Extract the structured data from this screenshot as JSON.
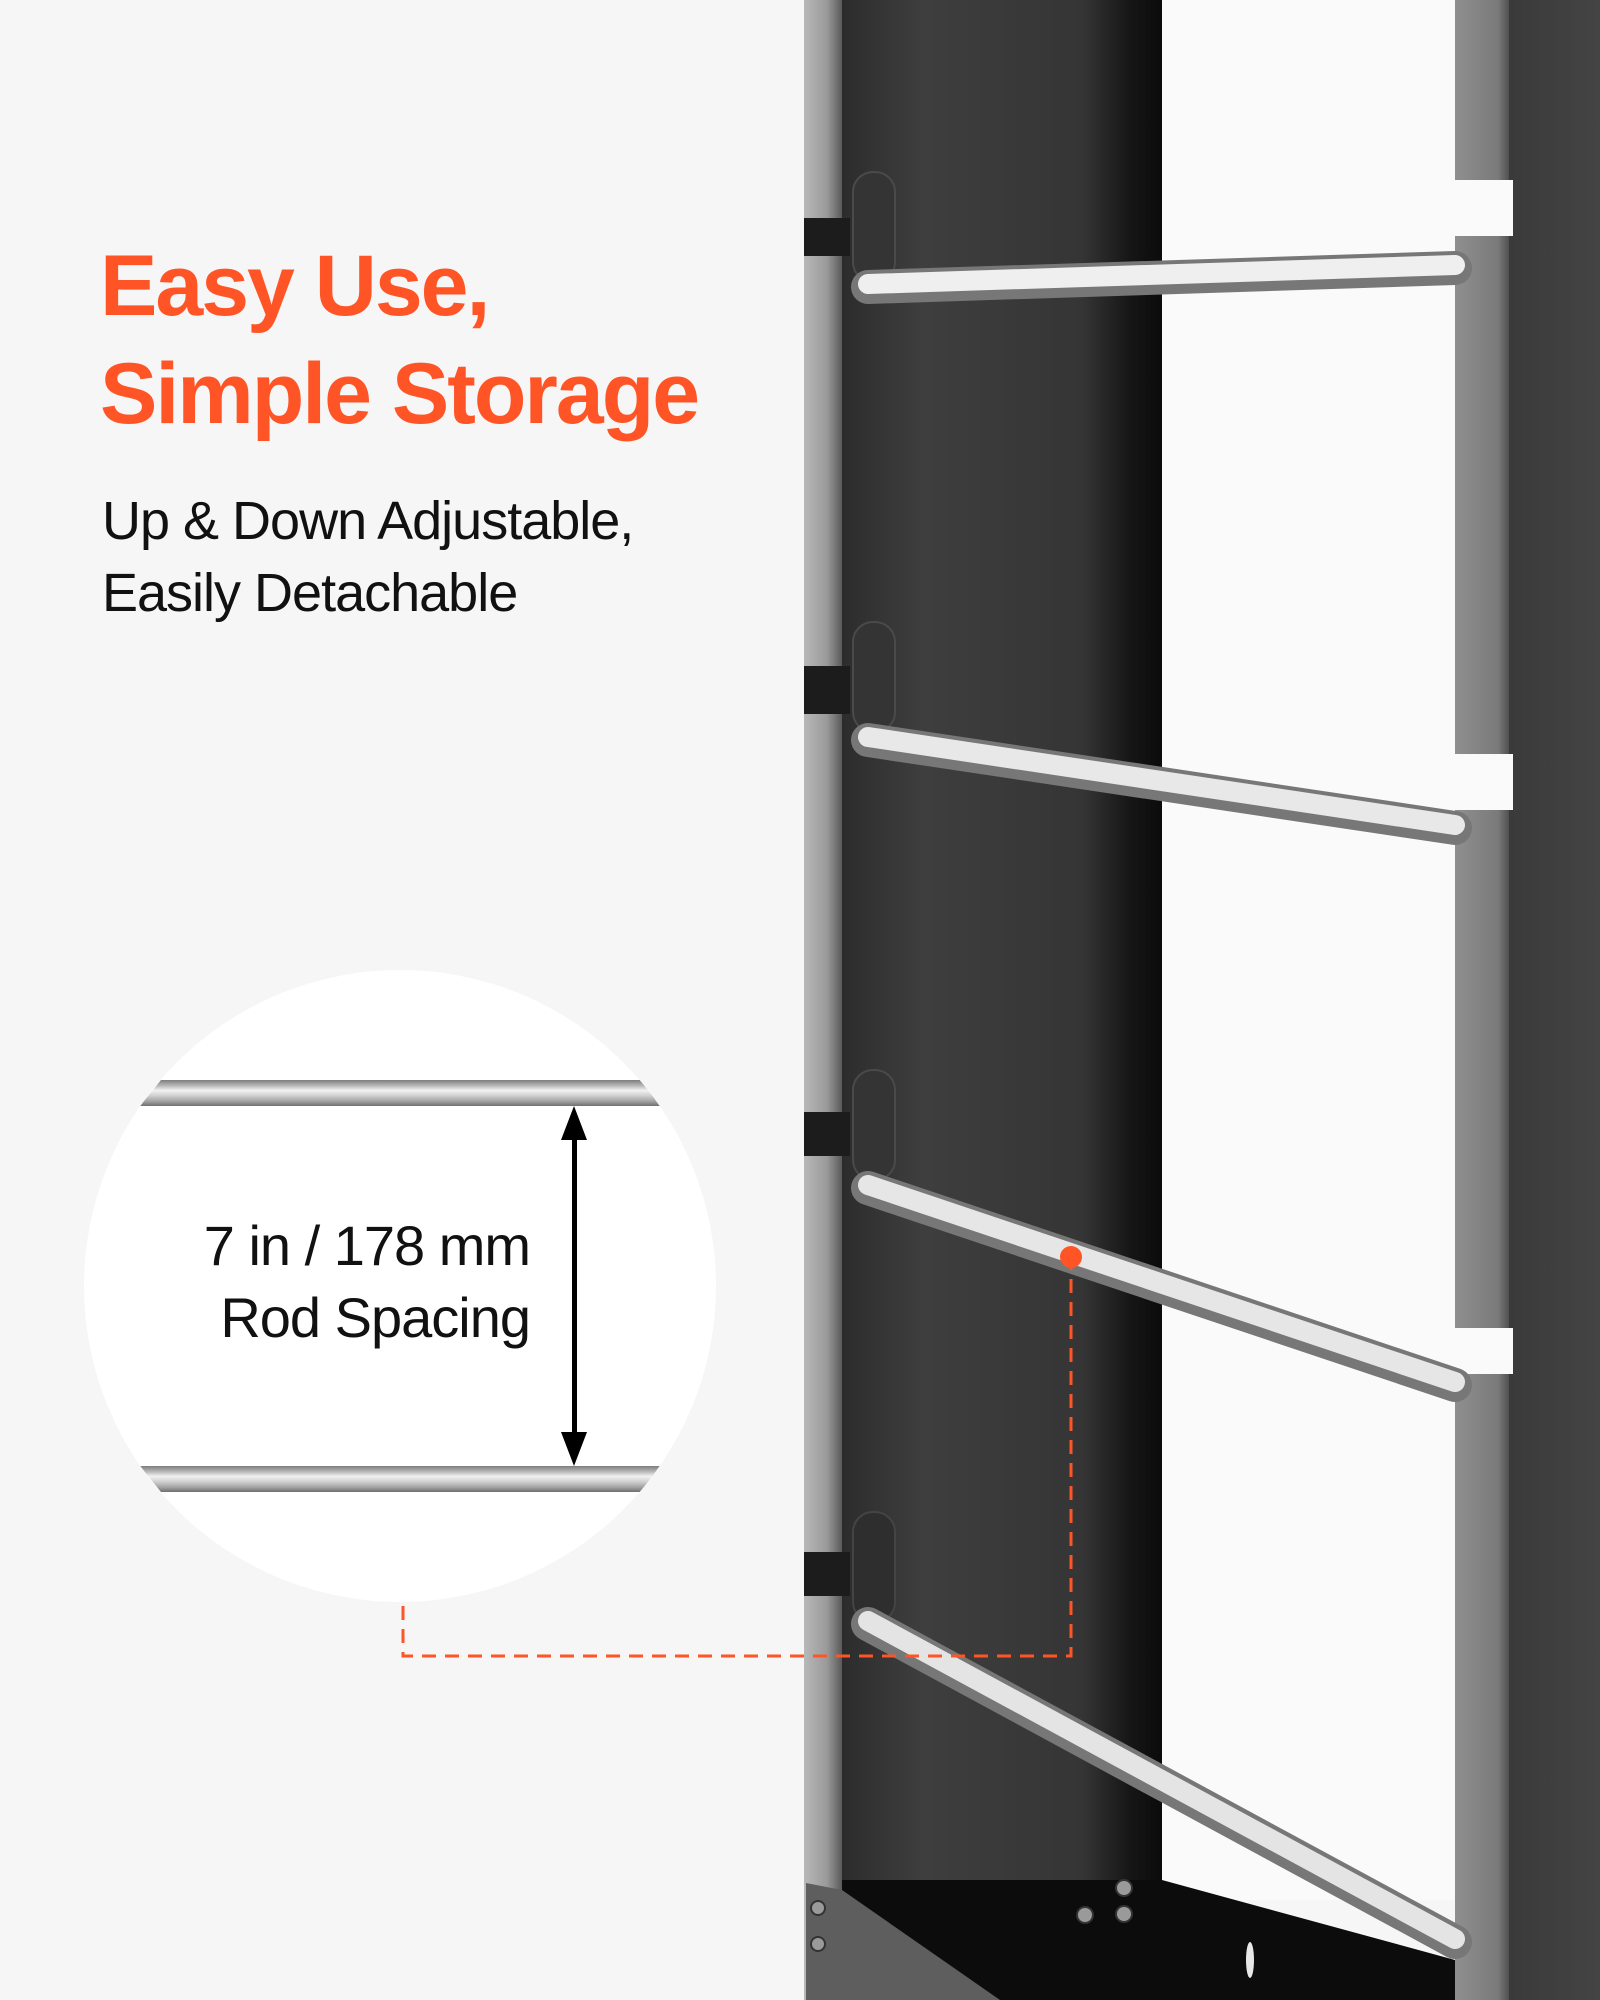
{
  "headline": {
    "line1": "Easy Use,",
    "line2": "Simple Storage"
  },
  "subheadline": {
    "line1": "Up & Down Adjustable,",
    "line2": "Easily Detachable"
  },
  "callout": {
    "measurement": "7 in / 178 mm",
    "caption": "Rod Spacing"
  },
  "colors": {
    "accent": "#ff5526",
    "background": "#f6f6f6",
    "text": "#111111",
    "rack_frame": "#3a3a3a",
    "rack_rail": "#9a9a9a",
    "rod": "#d9d9d9"
  },
  "rack": {
    "rod_count": 4
  }
}
